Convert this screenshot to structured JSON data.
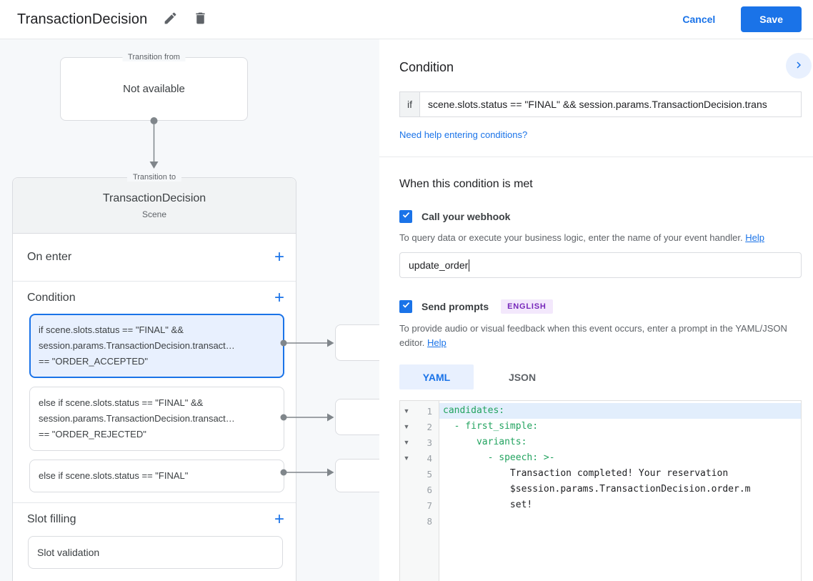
{
  "header": {
    "title": "TransactionDecision",
    "cancel_label": "Cancel",
    "save_label": "Save"
  },
  "colors": {
    "accent_blue": "#1a73e8",
    "selected_condition_bg": "#e8f0fe",
    "badge_bg": "#f3e8fc",
    "badge_text": "#7627ba",
    "code_key_green": "#22a35f"
  },
  "diagram": {
    "transition_from": {
      "legend": "Transition from",
      "value": "Not available"
    },
    "transition_to": {
      "legend": "Transition to",
      "title": "TransactionDecision",
      "subtitle": "Scene"
    },
    "on_enter": {
      "label": "On enter",
      "add_label": "+"
    },
    "condition": {
      "label": "Condition",
      "add_label": "+"
    },
    "conditions": [
      {
        "line1": "if scene.slots.status == \"FINAL\" &&",
        "line2": "session.params.TransactionDecision.transact…",
        "line3": "== \"ORDER_ACCEPTED\""
      },
      {
        "line1": "else if scene.slots.status == \"FINAL\" &&",
        "line2": "session.params.TransactionDecision.transact…",
        "line3": "== \"ORDER_REJECTED\""
      },
      {
        "line1": "else if scene.slots.status == \"FINAL\""
      }
    ],
    "slot_filling": {
      "label": "Slot filling",
      "add_label": "+",
      "item": "Slot validation"
    }
  },
  "panel": {
    "title": "Condition",
    "condition_input": {
      "prefix": "if",
      "value": "scene.slots.status == \"FINAL\" && session.params.TransactionDecision.trans"
    },
    "help_link": "Need help entering conditions?",
    "when_heading": "When this condition is met",
    "webhook": {
      "label": "Call your webhook",
      "description": "To query data or execute your business logic, enter the name of your event handler.",
      "help_label": "Help",
      "handler_value": "update_order"
    },
    "prompts": {
      "label": "Send prompts",
      "language_badge": "ENGLISH",
      "description": "To provide audio or visual feedback when this event occurs, enter a prompt in the YAML/JSON editor.",
      "help_label": "Help"
    },
    "tabs": {
      "yaml": "YAML",
      "json": "JSON"
    },
    "editor": {
      "lines": [
        {
          "number": "1",
          "text": "candidates:"
        },
        {
          "number": "2",
          "text": "  - first_simple:"
        },
        {
          "number": "3",
          "text": "      variants:"
        },
        {
          "number": "4",
          "text": "        - speech: >-"
        },
        {
          "number": "5",
          "text": "            Transaction completed! Your reservation"
        },
        {
          "number": "6",
          "text": "            $session.params.TransactionDecision.order.m"
        },
        {
          "number": "7",
          "text": "            set!"
        },
        {
          "number": "8",
          "text": ""
        }
      ]
    }
  }
}
